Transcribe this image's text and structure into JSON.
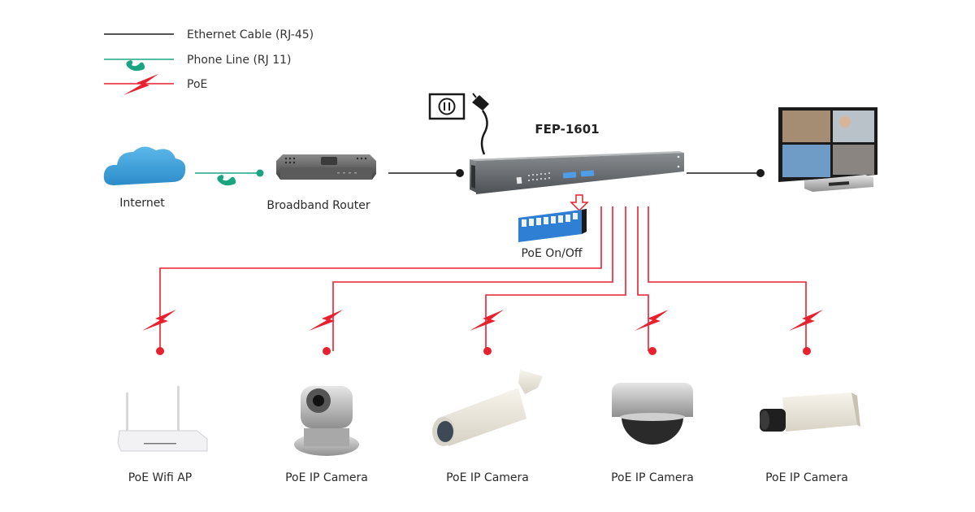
{
  "legend": [
    {
      "label": "Ethernet Cable (RJ-45)",
      "line_type": "ethernet",
      "icon": "none"
    },
    {
      "label": "Phone Line (RJ 11)",
      "line_type": "phone",
      "icon": "phone-handset-icon"
    },
    {
      "label": "PoE",
      "line_type": "poe",
      "icon": "lightning-bolt-icon"
    }
  ],
  "colors": {
    "ethernet": "#1a1a1a",
    "phone": "#1aa582",
    "poe": "#e8212e",
    "cloud": "#3b9fd8",
    "dip_switch": "#2f7fd4"
  },
  "nodes": {
    "internet": {
      "label": "Internet",
      "icon": "cloud-icon"
    },
    "router": {
      "label": "Broadband Router",
      "icon": "router-icon"
    },
    "power": {
      "icon": "power-outlet-icon",
      "plug_icon": "power-plug-icon"
    },
    "switch": {
      "label": "FEP-1601",
      "icon": "poe-switch-icon"
    },
    "dip": {
      "label": "PoE On/Off",
      "icon": "dip-switch-icon",
      "arrow_icon": "arrow-down-icon"
    },
    "nvr": {
      "icon": "monitor-nvr-icon"
    }
  },
  "devices": [
    {
      "label": "PoE Wifi AP",
      "icon": "wifi-ap-icon"
    },
    {
      "label": "PoE IP Camera",
      "icon": "ptz-camera-icon"
    },
    {
      "label": "PoE IP Camera",
      "icon": "bullet-camera-icon"
    },
    {
      "label": "PoE IP Camera",
      "icon": "dome-camera-icon"
    },
    {
      "label": "PoE IP Camera",
      "icon": "box-camera-icon"
    }
  ]
}
